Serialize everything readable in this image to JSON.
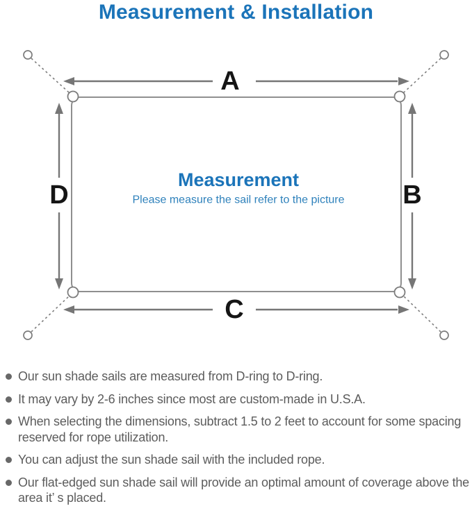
{
  "title": "Measurement & Installation",
  "diagram": {
    "center_heading": "Measurement",
    "center_subtext": "Please measure the sail refer to the picture",
    "labels": {
      "top": "A",
      "right": "B",
      "bottom": "C",
      "left": "D"
    }
  },
  "notes": [
    "Our sun shade sails are measured from D-ring to D-ring.",
    "It may vary by 2-6 inches since most are custom-made in U.S.A.",
    "When selecting the dimensions, subtract 1.5 to 2 feet to account for some spacing reserved for rope utilization.",
    "You can adjust the sun shade sail with the included rope.",
    "Our flat-edged sun shade sail will provide an optimal amount of coverage above the area it’ s placed."
  ],
  "colors": {
    "heading_blue": "#1b74b9",
    "subtext_blue": "#2e81bb",
    "diagram_line_gray": "#7c7c7c",
    "sail_outline_gray": "#8f8f8f",
    "dimension_label_black": "#151515",
    "note_text_gray": "#5c5c5c"
  }
}
